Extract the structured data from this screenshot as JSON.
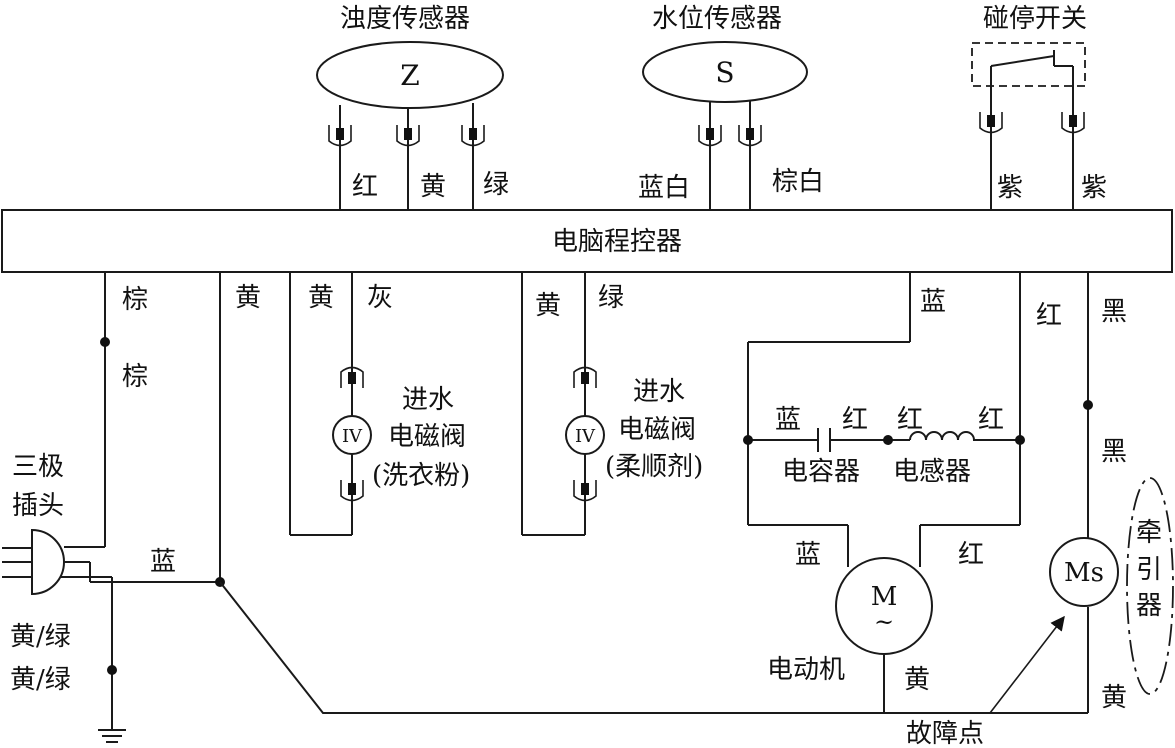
{
  "title": "",
  "controller": "电脑程控器",
  "sensors": {
    "turbidity": {
      "title": "浊度传感器",
      "symbol": "Z",
      "wires": [
        "红",
        "黄",
        "绿"
      ]
    },
    "water_level": {
      "title": "水位传感器",
      "symbol": "S",
      "wires": [
        "蓝白",
        "棕白"
      ]
    },
    "stop_switch": {
      "title": "碰停开关",
      "wires": [
        "紫",
        "紫"
      ]
    }
  },
  "plug": {
    "label_line1": "三极",
    "label_line2": "插头",
    "wire_top_1": "棕",
    "wire_top_2": "棕",
    "wire_blue": "蓝",
    "ground_1": "黄/绿",
    "ground_2": "黄/绿"
  },
  "main_wire_yellow": "黄",
  "valve_detergent": {
    "symbol": "IV",
    "wires": [
      "黄",
      "灰"
    ],
    "line1": "进水",
    "line2": "电磁阀",
    "line3": "(洗衣粉)"
  },
  "valve_softener": {
    "symbol": "IV",
    "wires": [
      "黄",
      "绿"
    ],
    "line1": "进水",
    "line2": "电磁阀",
    "line3": "(柔顺剂)"
  },
  "motor_section": {
    "top_blue": "蓝",
    "cap_left": "蓝",
    "cap_right": "红",
    "ind_left": "红",
    "ind_right": "红",
    "capacitor": "电容器",
    "inductor": "电感器",
    "motor_blue": "蓝",
    "motor_red": "红",
    "motor_symbol": "M",
    "motor_tilde": "~",
    "motor_name": "电动机",
    "motor_yellow": "黄"
  },
  "traction": {
    "wire_red": "红",
    "wire_black_1": "黑",
    "wire_black_2": "黑",
    "symbol": "Ms",
    "name_chars": [
      "牵",
      "引",
      "器"
    ],
    "wire_yellow": "黄"
  },
  "fault_point": "故障点"
}
